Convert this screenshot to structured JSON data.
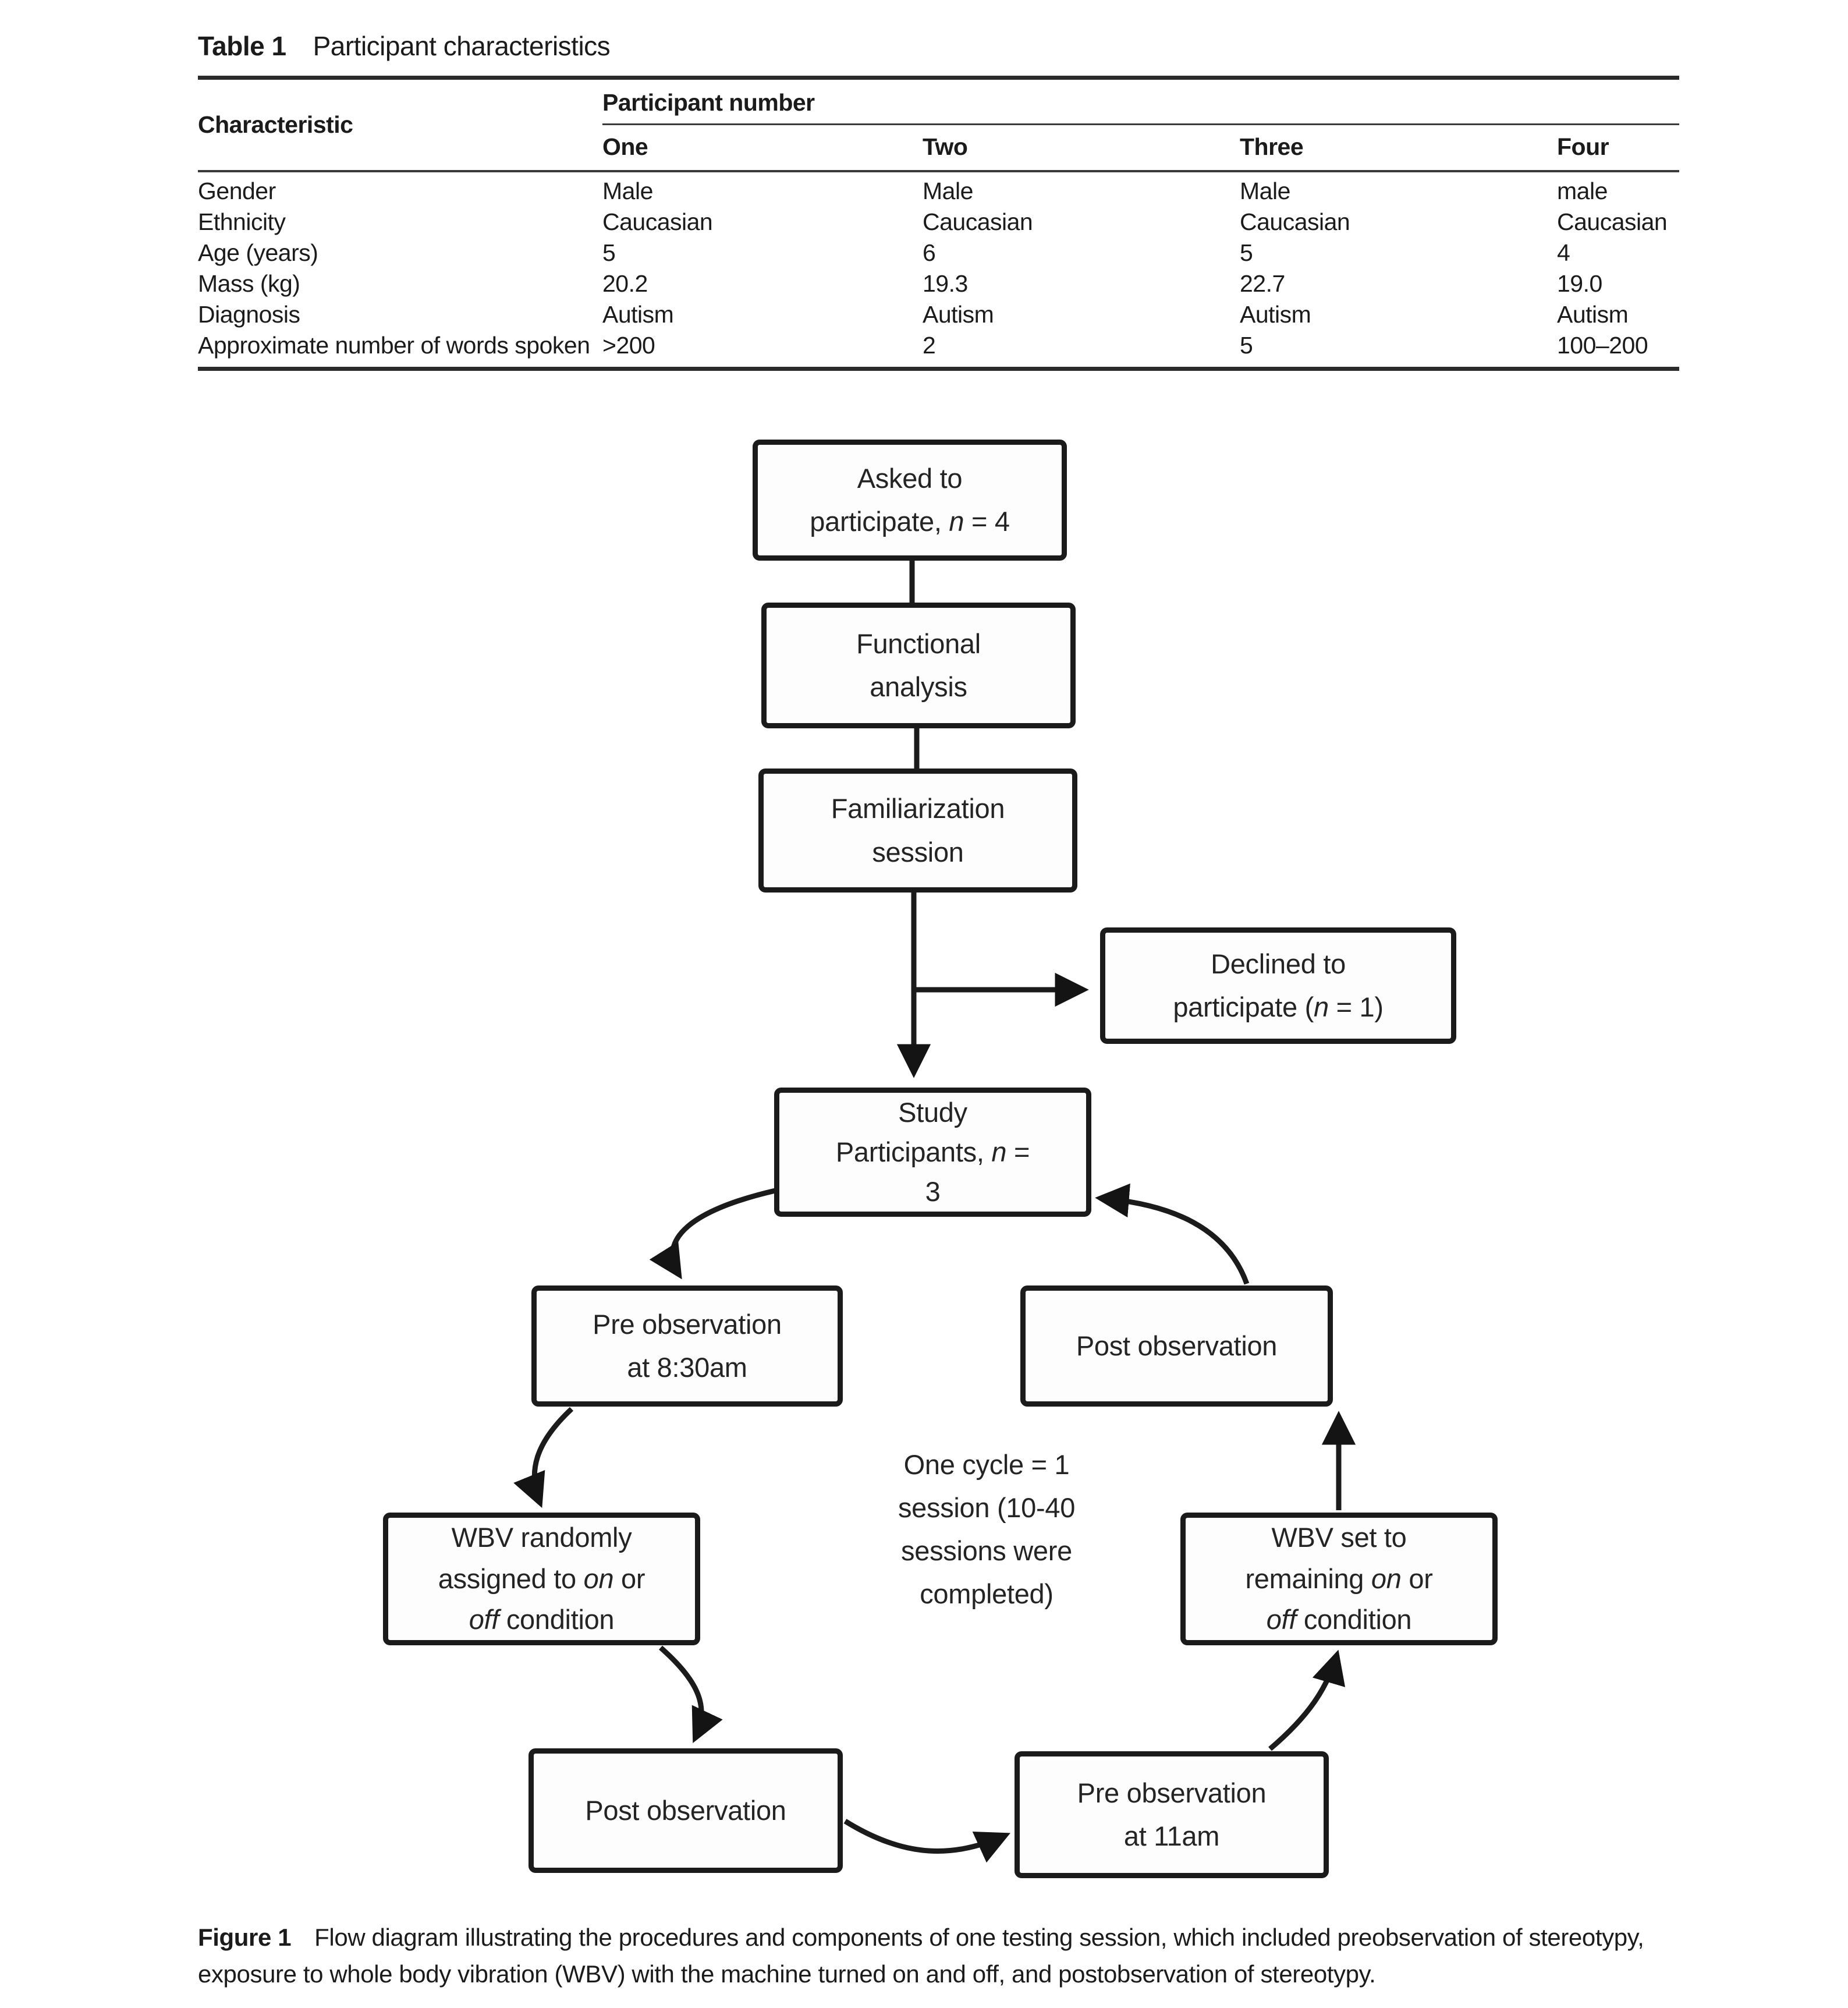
{
  "colors": {
    "ink": "#1b1b1b",
    "page_bg": "#ffffff"
  },
  "table": {
    "label": "Table 1",
    "title": "Participant characteristics",
    "row_header": "Characteristic",
    "col_group_header": "Participant number",
    "columns": [
      "One",
      "Two",
      "Three",
      "Four"
    ],
    "rows": [
      {
        "label": "Gender",
        "values": [
          "Male",
          "Male",
          "Male",
          "male"
        ]
      },
      {
        "label": "Ethnicity",
        "values": [
          "Caucasian",
          "Caucasian",
          "Caucasian",
          "Caucasian"
        ]
      },
      {
        "label": "Age (years)",
        "values": [
          "5",
          "6",
          "5",
          "4"
        ]
      },
      {
        "label": "Mass (kg)",
        "values": [
          "20.2",
          "19.3",
          "22.7",
          "19.0"
        ]
      },
      {
        "label": "Diagnosis",
        "values": [
          "Autism",
          "Autism",
          "Autism",
          "Autism"
        ]
      },
      {
        "label": "Approximate number of words spoken",
        "values": [
          ">200",
          "2",
          "5",
          "100–200"
        ]
      }
    ]
  },
  "flow": {
    "asked": {
      "l1": "Asked to",
      "l2a": "participate, ",
      "l2b": "n",
      "l2c": " = 4"
    },
    "functional": {
      "l1": "Functional",
      "l2": "analysis"
    },
    "familiarization": {
      "l1": "Familiarization",
      "l2": "session"
    },
    "declined": {
      "l1": "Declined to",
      "l2a": "participate (",
      "l2b": "n",
      "l2c": " = 1)"
    },
    "study": {
      "l1": "Study",
      "l2a": "Participants, ",
      "l2b": "n",
      "l2c": " =",
      "l3": "3"
    },
    "pre830": {
      "l1": "Pre observation",
      "l2": "at 8:30am"
    },
    "post_top_right": {
      "l1": "Post observation"
    },
    "wbv_random": {
      "l1": "WBV randomly",
      "l2a": "assigned to ",
      "l2b": "on",
      "l2c": " or",
      "l3a": "off",
      "l3b": " condition"
    },
    "wbv_set": {
      "l1": "WBV set to",
      "l2a": "remaining ",
      "l2b": "on",
      "l2c": " or",
      "l3a": "off",
      "l3b": " condition"
    },
    "post_bottom_left": {
      "l1": "Post observation"
    },
    "pre11": {
      "l1": "Pre observation",
      "l2": "at 11am"
    },
    "cycle_note": {
      "l1": "One cycle = 1",
      "l2": "session (10-40",
      "l3": "sessions were",
      "l4": "completed)"
    }
  },
  "caption": {
    "label": "Figure 1",
    "text": "Flow diagram illustrating the procedures and components of one testing session, which included preobservation of stereotypy, exposure to whole body vibration (WBV) with the machine turned on and off, and postobservation of stereotypy."
  }
}
